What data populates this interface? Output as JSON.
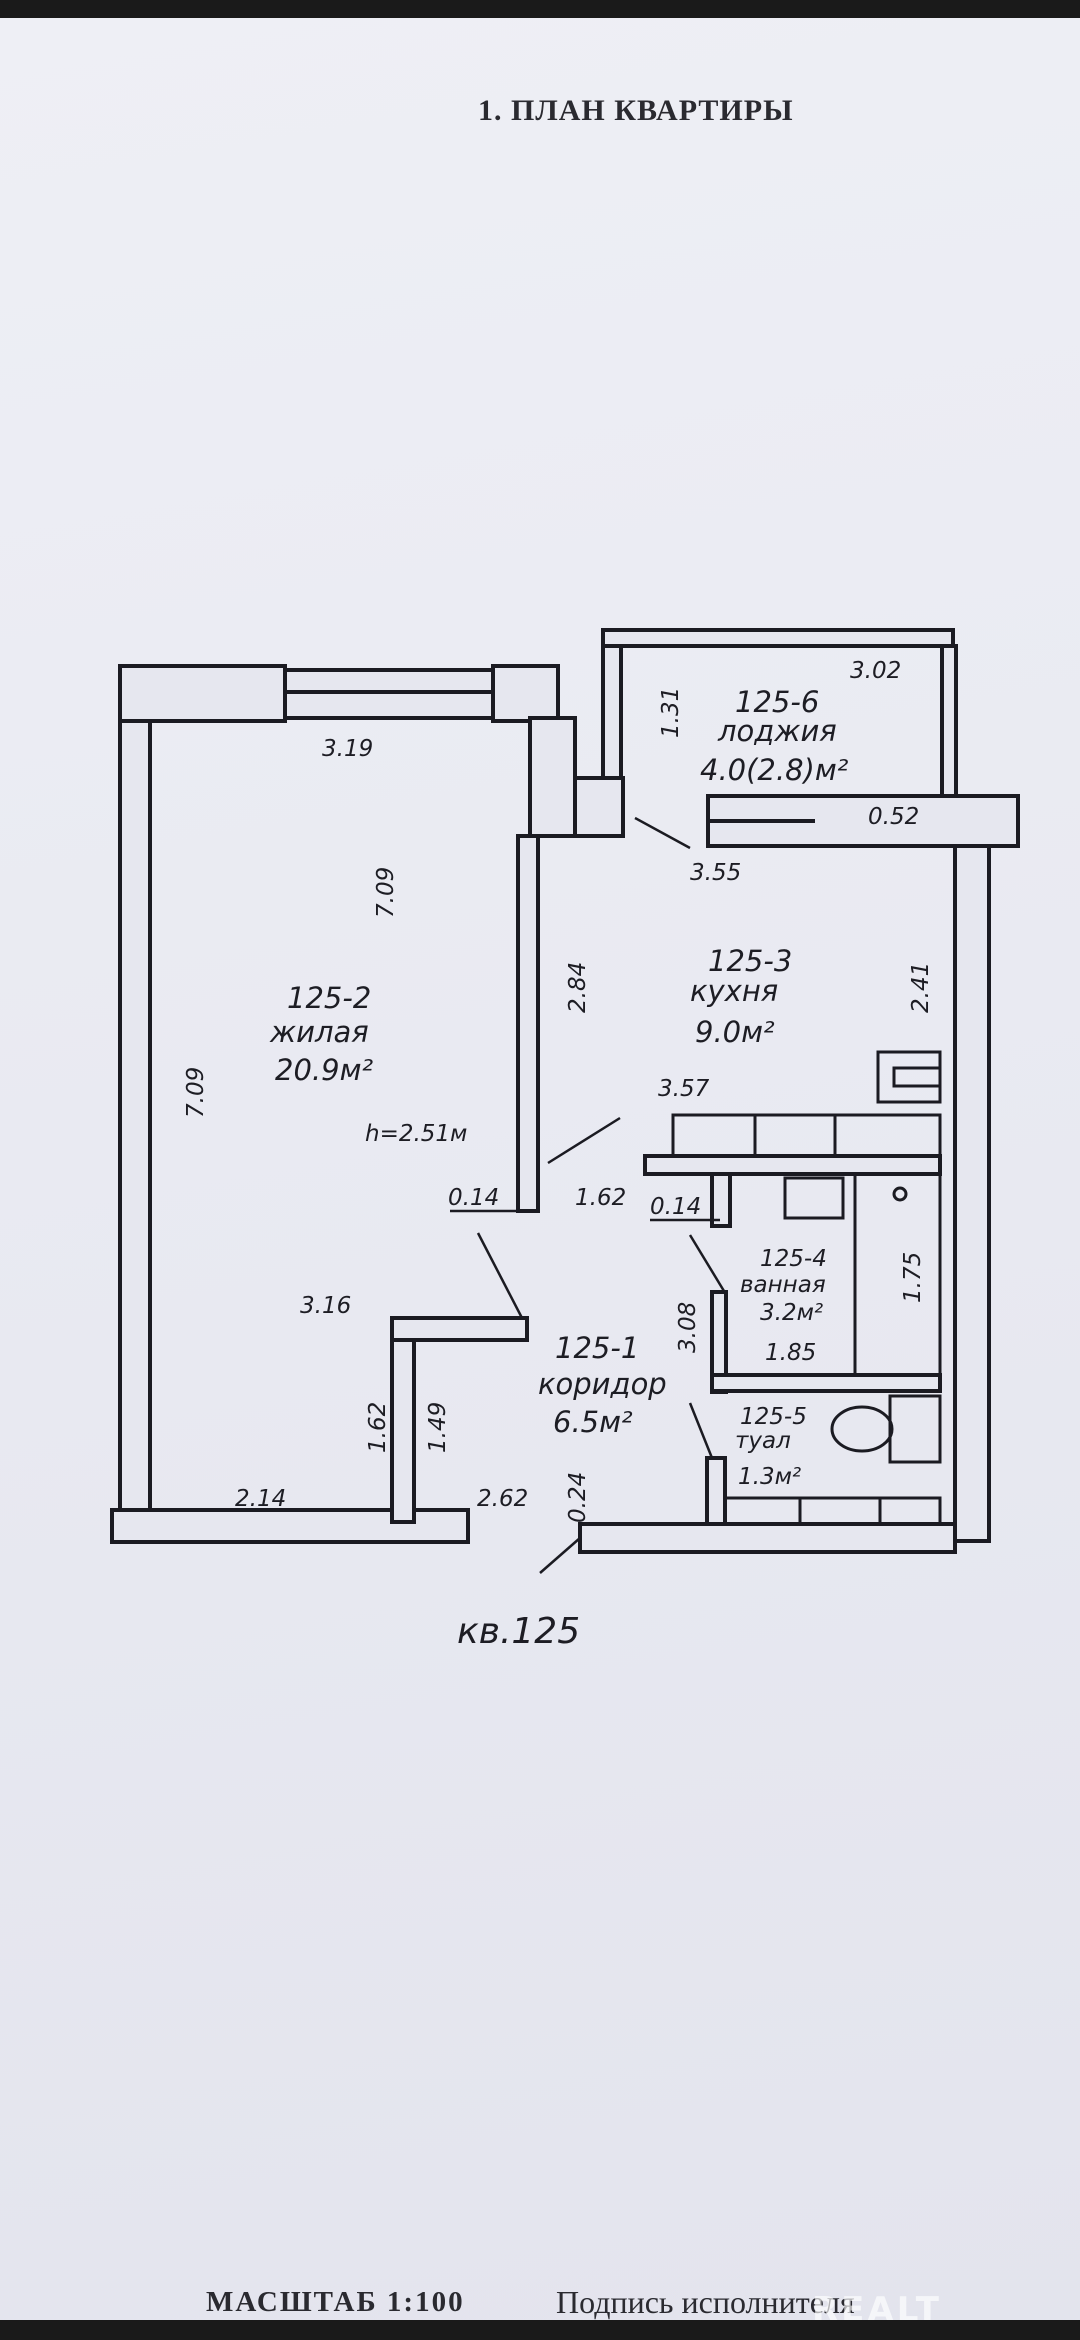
{
  "header": {
    "title": "1. ПЛАН КВАРТИРЫ"
  },
  "rooms": {
    "living": {
      "code": "125-2",
      "name": "жилая",
      "area": "20.9м²",
      "height": "h=2.51м"
    },
    "kitchen": {
      "code": "125-3",
      "name": "кухня",
      "area": "9.0м²"
    },
    "loggia": {
      "code": "125-6",
      "name": "лоджия",
      "area": "4.0(2.8)м²"
    },
    "bathroom": {
      "code": "125-4",
      "name": "ванная",
      "area": "3.2м²"
    },
    "corridor": {
      "code": "125-1",
      "name": "коридор",
      "area": "6.5м²"
    },
    "toilet": {
      "code": "125-5",
      "name": "туал",
      "area": "1.3м²"
    }
  },
  "dimensions": {
    "living_top": "3.19",
    "living_right": "7.09",
    "living_left": "7.09",
    "living_lower": "3.16",
    "living_bottom": "2.14",
    "living_stub_a": "1.62",
    "living_stub_b": "1.49",
    "wall_a": "0.14",
    "wall_b": "0.14",
    "loggia_top": "3.02",
    "loggia_side": "1.31",
    "loggia_ledge": "0.52",
    "kitchen_top": "3.55",
    "kitchen_left": "2.84",
    "kitchen_right": "2.41",
    "kitchen_bottom": "3.57",
    "corridor_mid": "1.62",
    "bath_height": "3.08",
    "bath_right": "1.75",
    "bath_width": "1.85",
    "entry_width": "2.62",
    "entry_wall": "0.24"
  },
  "apartment": {
    "label": "кв.125"
  },
  "footer": {
    "scale": "МАСШТАБ 1:100",
    "signature": "Подпись исполнителя"
  },
  "watermark": {
    "text": "REALT"
  }
}
